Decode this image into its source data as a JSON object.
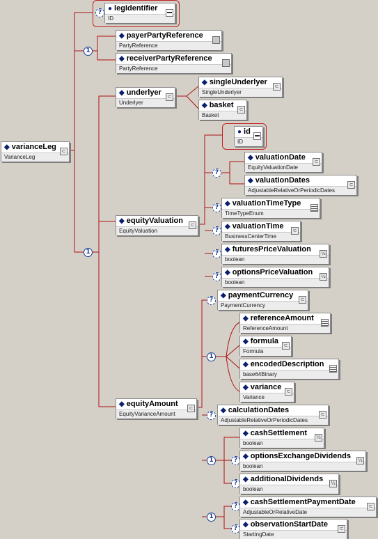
{
  "root": {
    "name": "varianceLeg",
    "type": "VarianceLeg"
  },
  "top_group": {
    "legIdentifier": {
      "name": "legIdentifier",
      "type": "ID"
    },
    "payerPartyReference": {
      "name": "payerPartyReference",
      "type": "PartyReference"
    },
    "receiverPartyReference": {
      "name": "receiverPartyReference",
      "type": "PartyReference"
    }
  },
  "underlyer": {
    "node": {
      "name": "underlyer",
      "type": "Underlyer"
    },
    "singleUnderlyer": {
      "name": "singleUnderlyer",
      "type": "SingleUnderlyer"
    },
    "basket": {
      "name": "basket",
      "type": "Basket"
    }
  },
  "equityValuation": {
    "node": {
      "name": "equityValuation",
      "type": "EquityValuation"
    },
    "id": {
      "name": "id",
      "type": "ID"
    },
    "valuationDate": {
      "name": "valuationDate",
      "type": "EquityValuationDate"
    },
    "valuationDates": {
      "name": "valuationDates",
      "type": "AdjustableRelativeOrPeriodicDates"
    },
    "valuationTimeType": {
      "name": "valuationTimeType",
      "type": "TimeTypeEnum"
    },
    "valuationTime": {
      "name": "valuationTime",
      "type": "BusinessCenterTime"
    },
    "futuresPriceValuation": {
      "name": "futuresPriceValuation",
      "type": "boolean"
    },
    "optionsPriceValuation": {
      "name": "optionsPriceValuation",
      "type": "boolean"
    }
  },
  "equityAmount": {
    "node": {
      "name": "equityAmount",
      "type": "EquityVarianceAmount"
    },
    "paymentCurrency": {
      "name": "paymentCurrency",
      "type": "PaymentCurrency"
    },
    "referenceAmount": {
      "name": "referenceAmount",
      "type": "ReferenceAmount"
    },
    "formula": {
      "name": "formula",
      "type": "Formula"
    },
    "encodedDescription": {
      "name": "encodedDescription",
      "type": "base64Binary"
    },
    "variance": {
      "name": "variance",
      "type": "Variance"
    },
    "calculationDates": {
      "name": "calculationDates",
      "type": "AdjustableRelativeOrPeriodicDates"
    },
    "cashSettlement": {
      "name": "cashSettlement",
      "type": "boolean"
    },
    "optionsExchangeDividends": {
      "name": "optionsExchangeDividends",
      "type": "boolean"
    },
    "additionalDividends": {
      "name": "additionalDividends",
      "type": "boolean"
    },
    "cashSettlementPaymentDate": {
      "name": "cashSettlementPaymentDate",
      "type": "AdjustableOrRelativeDate"
    },
    "observationStartDate": {
      "name": "observationStartDate",
      "type": "StartingDate"
    }
  },
  "compositor_symbols": {
    "sequence": "1",
    "choice": "?"
  },
  "colors": {
    "wire": "#b01010",
    "background": "#d4d0c8",
    "compositor": "#1c3f94"
  }
}
